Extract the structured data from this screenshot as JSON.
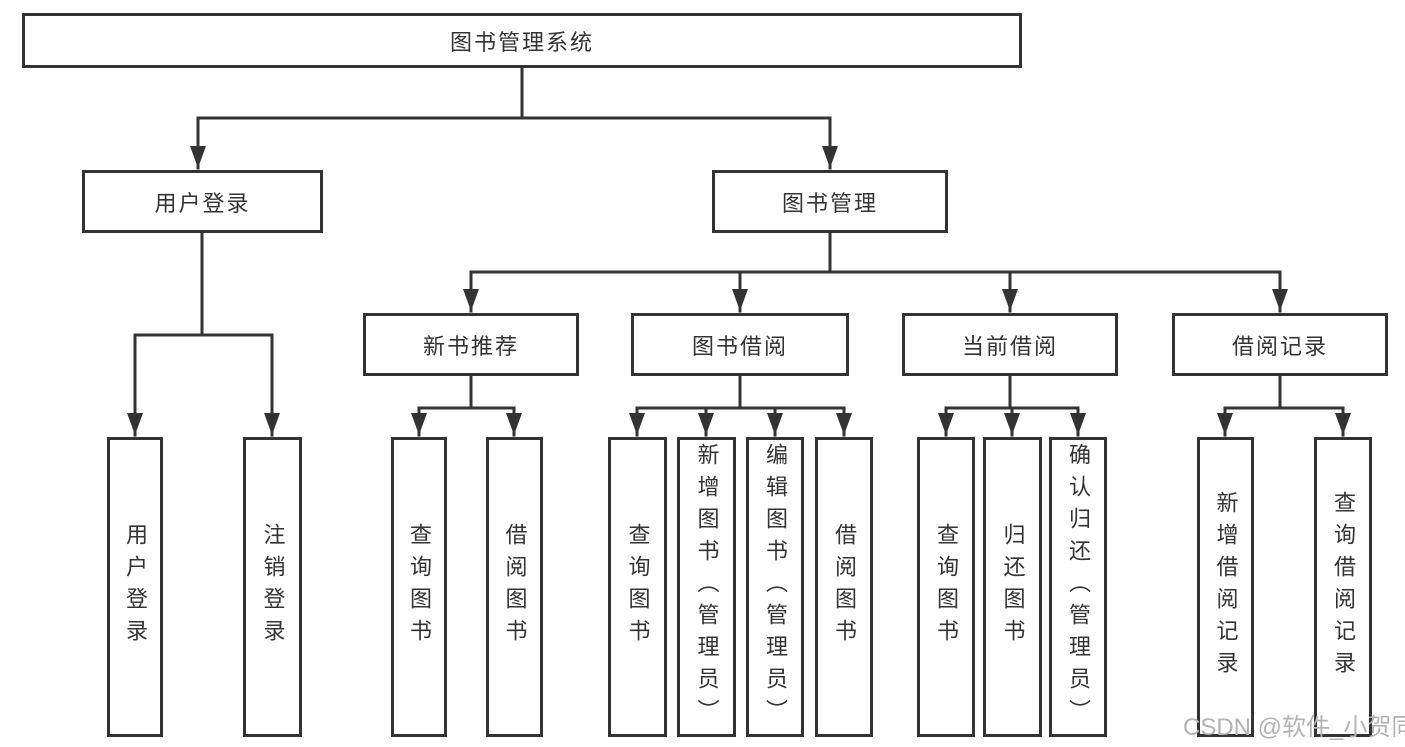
{
  "diagram": {
    "title": "图书管理系统",
    "user_login": {
      "label": "用户登录",
      "children": [
        {
          "label": "用户登录"
        },
        {
          "label": "注销登录"
        }
      ]
    },
    "book_mgmt": {
      "label": "图书管理",
      "groups": [
        {
          "label": "新书推荐",
          "children": [
            {
              "label": "查询图书"
            },
            {
              "label": "借阅图书"
            }
          ]
        },
        {
          "label": "图书借阅",
          "children": [
            {
              "label": "查询图书"
            },
            {
              "label": "新增图书（管理员）"
            },
            {
              "label": "编辑图书（管理员）"
            },
            {
              "label": "借阅图书"
            }
          ]
        },
        {
          "label": "当前借阅",
          "children": [
            {
              "label": "查询图书"
            },
            {
              "label": "归还图书"
            },
            {
              "label": "确认归还（管理员）"
            }
          ]
        },
        {
          "label": "借阅记录",
          "children": [
            {
              "label": "新增借阅记录"
            },
            {
              "label": "查询借阅记录"
            }
          ]
        }
      ]
    }
  },
  "watermark": {
    "text": "CSDN @软件_小贺同学"
  },
  "colors": {
    "line": "#333333",
    "text": "#333333",
    "box_background": "#ffffff",
    "watermark": "#b3b3b3",
    "background": "#ffffff"
  }
}
